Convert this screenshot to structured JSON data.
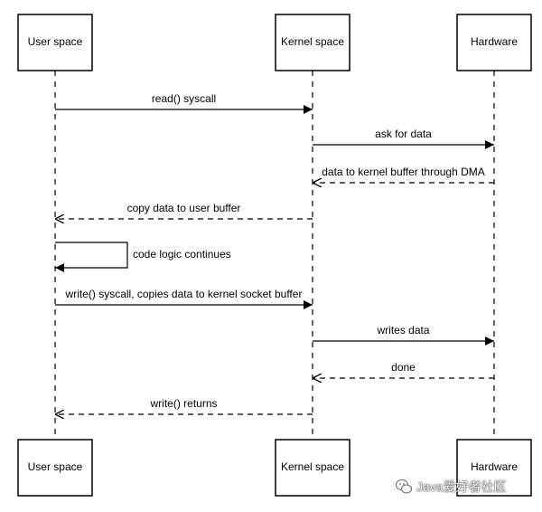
{
  "actors": [
    {
      "id": "user",
      "label": "User space"
    },
    {
      "id": "kernel",
      "label": "Kernel space"
    },
    {
      "id": "hardware",
      "label": "Hardware"
    }
  ],
  "messages": [
    {
      "from": "user",
      "to": "kernel",
      "label": "read() syscall",
      "style": "solid"
    },
    {
      "from": "kernel",
      "to": "hardware",
      "label": "ask for data",
      "style": "solid"
    },
    {
      "from": "hardware",
      "to": "kernel",
      "label": "data to kernel buffer through DMA",
      "style": "dashed"
    },
    {
      "from": "kernel",
      "to": "user",
      "label": "copy data to user buffer",
      "style": "dashed"
    },
    {
      "from": "user",
      "to": "user",
      "label": "code logic continues",
      "style": "self"
    },
    {
      "from": "user",
      "to": "kernel",
      "label": "write() syscall, copies data to kernel socket buffer",
      "style": "solid"
    },
    {
      "from": "kernel",
      "to": "hardware",
      "label": "writes data",
      "style": "solid"
    },
    {
      "from": "hardware",
      "to": "kernel",
      "label": "done",
      "style": "dashed"
    },
    {
      "from": "kernel",
      "to": "user",
      "label": "write() returns",
      "style": "dashed"
    }
  ],
  "watermark": {
    "text": "Java爱好者社区",
    "icon": "wechat-icon"
  }
}
